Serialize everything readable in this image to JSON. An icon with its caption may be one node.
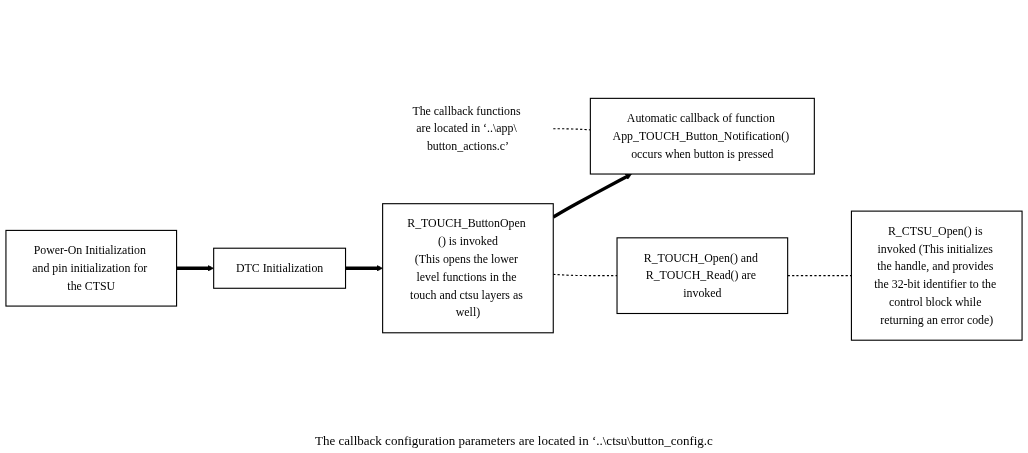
{
  "diagram": {
    "nodes": [
      {
        "text": [
          "Power-On Initialization and pin initialization for the CTSU"
        ]
      },
      {
        "text": [
          "DTC Initialization"
        ]
      },
      {
        "text": [
          "R_TOUCH_ButtonOpen () is invoked",
          "(This opens the lower level functions in the touch and ctsu layers as well)"
        ]
      },
      {
        "text": [
          "Automatic callback of function App_TOUCH_Button_Notification() occurs when button is pressed"
        ]
      },
      {
        "text": [
          "R_TOUCH_Open() and R_TOUCH_Read() are invoked"
        ]
      },
      {
        "text": [
          "R_CTSU_Open() is invoked (This initializes the handle, and provides the 32-bit identifier to the control block while returning an error code)"
        ]
      },
      {
        "text": [
          "The callback functions are located in ‘..\\app\\ button_actions.c’"
        ]
      }
    ],
    "edges": [
      {
        "from": 0,
        "to": 1,
        "arrow": "to",
        "style": "thick"
      },
      {
        "from": 1,
        "to": 2,
        "arrow": "to",
        "style": "thick"
      },
      {
        "from": 2,
        "to": 3,
        "arrow": "to",
        "style": "thick"
      },
      {
        "from": 2,
        "to": 4,
        "arrow": "none",
        "style": "dashed"
      },
      {
        "from": 4,
        "to": 5,
        "arrow": "none",
        "style": "dashed"
      },
      {
        "from": 6,
        "to": 3,
        "arrow": "none",
        "style": "dashed"
      }
    ],
    "labels": [
      "The callback configuration parameters are located in ‘..\\ctsu\\button_config.c"
    ]
  }
}
